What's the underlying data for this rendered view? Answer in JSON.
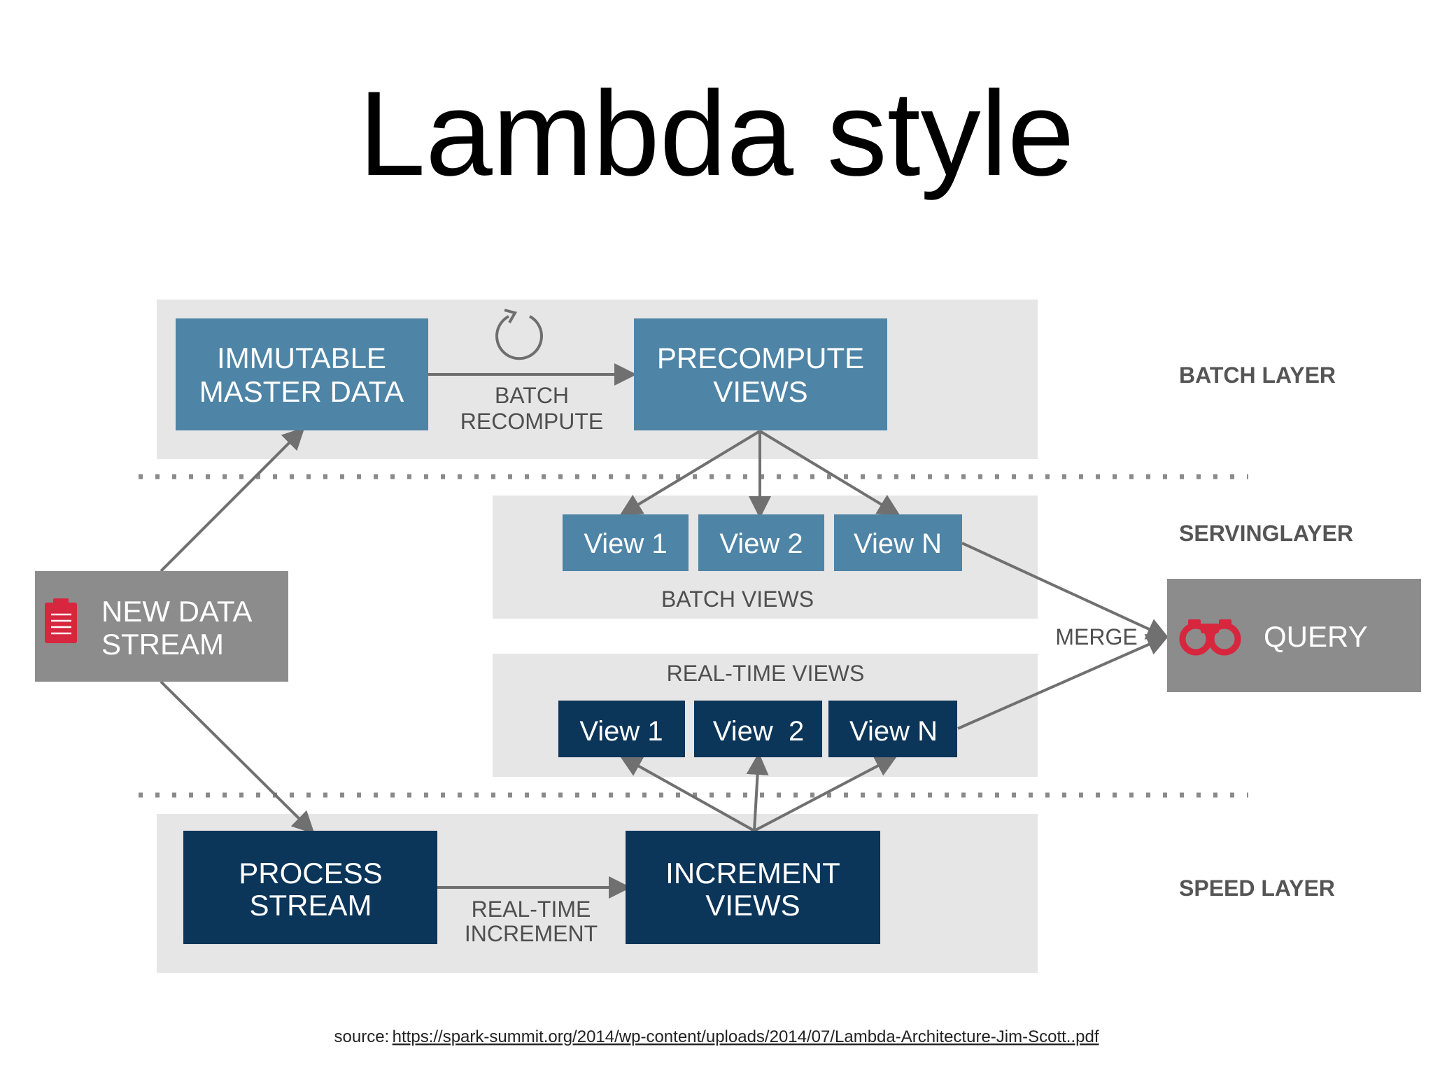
{
  "title": "Lambda style",
  "layers": {
    "batch": "BATCH LAYER",
    "serving": "SERVINGLAYER",
    "speed": "SPEED LAYER"
  },
  "boxes": {
    "immutable_master_data": [
      "IMMUTABLE",
      "MASTER DATA"
    ],
    "precompute_views": [
      "PRECOMPUTE",
      "VIEWS"
    ],
    "new_data_stream": [
      "NEW DATA",
      "STREAM"
    ],
    "process_stream": [
      "PROCESS",
      "STREAM"
    ],
    "increment_views": [
      "INCREMENT",
      "VIEWS"
    ],
    "query": "QUERY"
  },
  "batch_views": {
    "items": [
      "View 1",
      "View 2",
      "View N"
    ],
    "label": "BATCH VIEWS"
  },
  "realtime_views": {
    "items": [
      "View 1",
      "View  2",
      "View N"
    ],
    "label": "REAL-TIME VIEWS"
  },
  "edge_labels": {
    "batch_recompute": [
      "BATCH",
      "RECOMPUTE"
    ],
    "realtime_increment": [
      "REAL-TIME",
      "INCREMENT"
    ],
    "merge": "MERGE"
  },
  "icons": {
    "new_data_stream": "clipboard-icon",
    "query": "binoculars-icon",
    "batch_recompute": "refresh-cycle-icon"
  },
  "colors": {
    "batch_blue": "#4e84a6",
    "speed_navy": "#0b3559",
    "input_gray": "#8c8c8c",
    "panel_gray": "#e6e6e6",
    "icon_red": "#d7263d"
  },
  "source": {
    "prefix": "source:",
    "url": "https://spark-summit.org/2014/wp-content/uploads/2014/07/Lambda-Architecture-Jim-Scott..pdf"
  }
}
